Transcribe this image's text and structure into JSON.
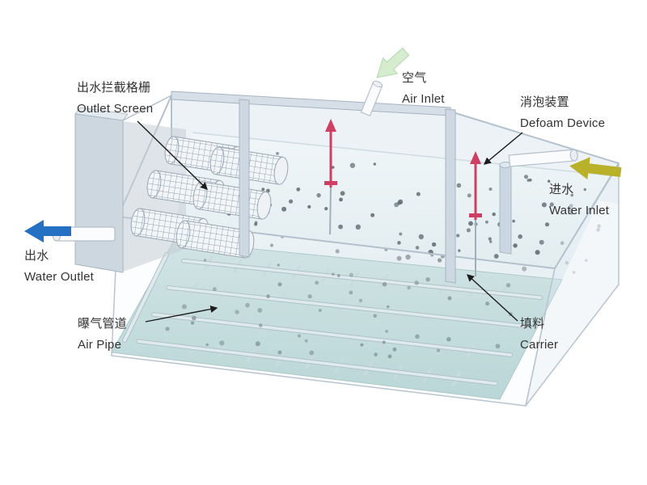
{
  "labels": {
    "outlet_screen": {
      "zh": "出水拦截格栅",
      "en": "Outlet Screen"
    },
    "air_inlet": {
      "zh": "空气",
      "en": "Air Inlet"
    },
    "defoam_device": {
      "zh": "消泡装置",
      "en": "Defoam Device"
    },
    "water_inlet": {
      "zh": "进水",
      "en": "Water Inlet"
    },
    "water_outlet": {
      "zh": "出水",
      "en": "Water Outlet"
    },
    "air_pipe": {
      "zh": "曝气管道",
      "en": "Air Pipe"
    },
    "carrier": {
      "zh": "填料",
      "en": "Carrier"
    }
  },
  "colors": {
    "water_outlet_arrow": "#2470c2",
    "water_inlet_arrow": "#b9b12a",
    "air_inlet_arrow": "#d5ecce",
    "defoam_device": "#cf3f63",
    "tank_floor": "#aed0d0",
    "tank_wall": "#d9e2ea",
    "carrier_dot": "#5a676c"
  }
}
